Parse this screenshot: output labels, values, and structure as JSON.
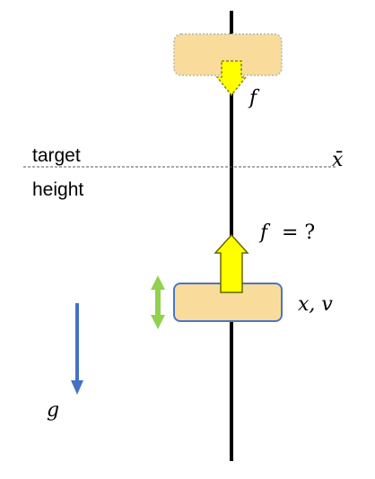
{
  "labels": {
    "target_line1": "target",
    "target_line2": "height",
    "target_symbol": "x̄",
    "force_top": "f",
    "force_question_var": "f",
    "force_question_eq": "= ?",
    "state": "x, v",
    "gravity": "g"
  },
  "colors": {
    "box_fill": "#f9dc9c",
    "box_stroke_dotted": "#b4b4b4",
    "box_stroke_solid": "#4a76c4",
    "yellow_arrow": "#ffff00",
    "yellow_arrow_stroke": "#888800",
    "green_arrow": "#92d050",
    "blue_arrow": "#4472c4",
    "rod": "#000000",
    "dashed_line": "#555555"
  }
}
